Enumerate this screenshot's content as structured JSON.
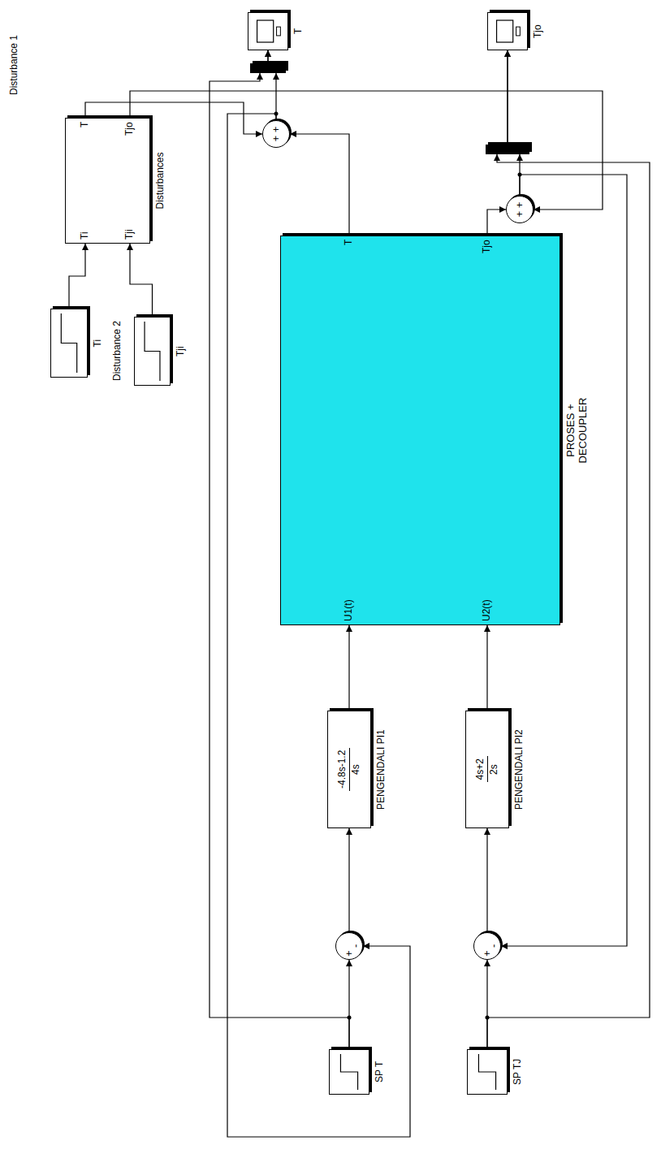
{
  "diagram": {
    "nodes": [
      {
        "text": [
          "Ti",
          "Tji",
          "T",
          "Tjo",
          "Disturbances"
        ]
      },
      {
        "text": [
          "Ti"
        ]
      },
      {
        "text": [
          "Tji"
        ]
      },
      {
        "text": [
          "T"
        ]
      },
      {
        "text": [
          "Tjo"
        ]
      },
      {
        "text": [
          "+ +"
        ]
      },
      {
        "text": [
          "+ +"
        ]
      },
      {
        "text": [
          "U1(t)",
          "U2(t)",
          "T",
          "Tjo",
          "PROSES + DECOUPLER"
        ]
      },
      {
        "text": [
          "-4.8s-1.2",
          "4s",
          "PENGENDALI PI1"
        ]
      },
      {
        "text": [
          "4s+2",
          "2s",
          "PENGENDALI PI2"
        ]
      },
      {
        "text": [
          "+",
          "-"
        ]
      },
      {
        "text": [
          "+",
          "-"
        ]
      },
      {
        "text": [
          "SP T"
        ]
      },
      {
        "text": [
          "SP TJ"
        ]
      }
    ],
    "edges": [
      {
        "from": 1,
        "to": 0,
        "arrow": "to"
      },
      {
        "from": 2,
        "to": 0,
        "arrow": "to"
      },
      {
        "from": 0,
        "to": 5,
        "arrow": "to"
      },
      {
        "from": 0,
        "to": 6,
        "arrow": "to"
      },
      {
        "from": 7,
        "to": 5,
        "arrow": "to"
      },
      {
        "from": 7,
        "to": 6,
        "arrow": "to"
      },
      {
        "from": 5,
        "to": 3,
        "arrow": "to"
      },
      {
        "from": 6,
        "to": 4,
        "arrow": "to"
      },
      {
        "from": 12,
        "to": 3,
        "arrow": "to"
      },
      {
        "from": 13,
        "to": 4,
        "arrow": "to"
      },
      {
        "from": 12,
        "to": 10,
        "arrow": "to"
      },
      {
        "from": 13,
        "to": 11,
        "arrow": "to"
      },
      {
        "from": 10,
        "to": 8,
        "arrow": "to"
      },
      {
        "from": 11,
        "to": 9,
        "arrow": "to"
      },
      {
        "from": 8,
        "to": 7,
        "arrow": "to"
      },
      {
        "from": 9,
        "to": 7,
        "arrow": "to"
      },
      {
        "from": 5,
        "to": 10,
        "arrow": "to"
      },
      {
        "from": 6,
        "to": 11,
        "arrow": "to"
      }
    ],
    "labels": [
      "Disturbance 1",
      "Disturbance 2"
    ]
  }
}
